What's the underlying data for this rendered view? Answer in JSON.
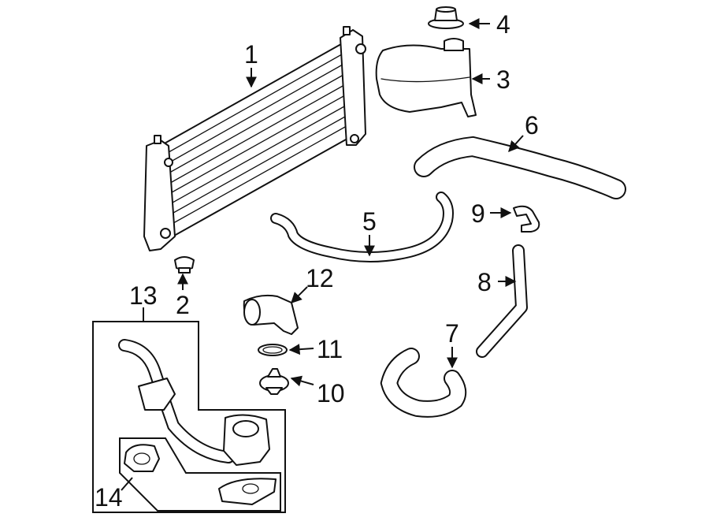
{
  "diagram": {
    "callouts": {
      "c1": "1",
      "c2": "2",
      "c3": "3",
      "c4": "4",
      "c5": "5",
      "c6": "6",
      "c7": "7",
      "c8": "8",
      "c9": "9",
      "c10": "10",
      "c11": "11",
      "c12": "12",
      "c13": "13",
      "c14": "14"
    },
    "colors": {
      "line": "#111111",
      "background": "#ffffff"
    }
  }
}
